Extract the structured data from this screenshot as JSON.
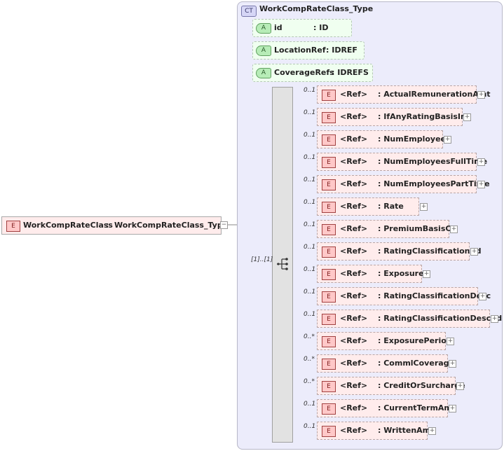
{
  "complex_type": {
    "badge": "CT",
    "title": "WorkCompRateClass_Type"
  },
  "root": {
    "badge": "E",
    "name": "WorkCompRateClass",
    "separator": ":",
    "type": "WorkCompRateClass_Type",
    "expander": "−"
  },
  "attributes": [
    {
      "badge": "A",
      "name": "id",
      "type": ": ID"
    },
    {
      "badge": "A",
      "name": "LocationRef",
      "type": ": IDREF"
    },
    {
      "badge": "A",
      "name": "CoverageRefs",
      "type": ": IDREFS"
    }
  ],
  "sequence": {
    "multiplicity": "[1]..[1]"
  },
  "elements": [
    {
      "mult": "0..1",
      "badge": "E",
      "ref": "<Ref>",
      "name": ": ActualRemunerationAmt"
    },
    {
      "mult": "0..1",
      "badge": "E",
      "ref": "<Ref>",
      "name": ": IfAnyRatingBasisInd"
    },
    {
      "mult": "0..1",
      "badge": "E",
      "ref": "<Ref>",
      "name": ": NumEmployees"
    },
    {
      "mult": "0..1",
      "badge": "E",
      "ref": "<Ref>",
      "name": ": NumEmployeesFullTime"
    },
    {
      "mult": "0..1",
      "badge": "E",
      "ref": "<Ref>",
      "name": ": NumEmployeesPartTime"
    },
    {
      "mult": "0..1",
      "badge": "E",
      "ref": "<Ref>",
      "name": ": Rate"
    },
    {
      "mult": "0..1",
      "badge": "E",
      "ref": "<Ref>",
      "name": ": PremiumBasisCd"
    },
    {
      "mult": "0..1",
      "badge": "E",
      "ref": "<Ref>",
      "name": ": RatingClassificationCd"
    },
    {
      "mult": "0..1",
      "badge": "E",
      "ref": "<Ref>",
      "name": ": Exposure"
    },
    {
      "mult": "0..1",
      "badge": "E",
      "ref": "<Ref>",
      "name": ": RatingClassificationDesc"
    },
    {
      "mult": "0..1",
      "badge": "E",
      "ref": "<Ref>",
      "name": ": RatingClassificationDescCd"
    },
    {
      "mult": "0..*",
      "badge": "E",
      "ref": "<Ref>",
      "name": ": ExposurePeriod"
    },
    {
      "mult": "0..*",
      "badge": "E",
      "ref": "<Ref>",
      "name": ": CommlCoverage"
    },
    {
      "mult": "0..*",
      "badge": "E",
      "ref": "<Ref>",
      "name": ": CreditOrSurcharge"
    },
    {
      "mult": "0..1",
      "badge": "E",
      "ref": "<Ref>",
      "name": ": CurrentTermAmt"
    },
    {
      "mult": "0..1",
      "badge": "E",
      "ref": "<Ref>",
      "name": ": WrittenAmt"
    }
  ],
  "expander_plus": "+"
}
